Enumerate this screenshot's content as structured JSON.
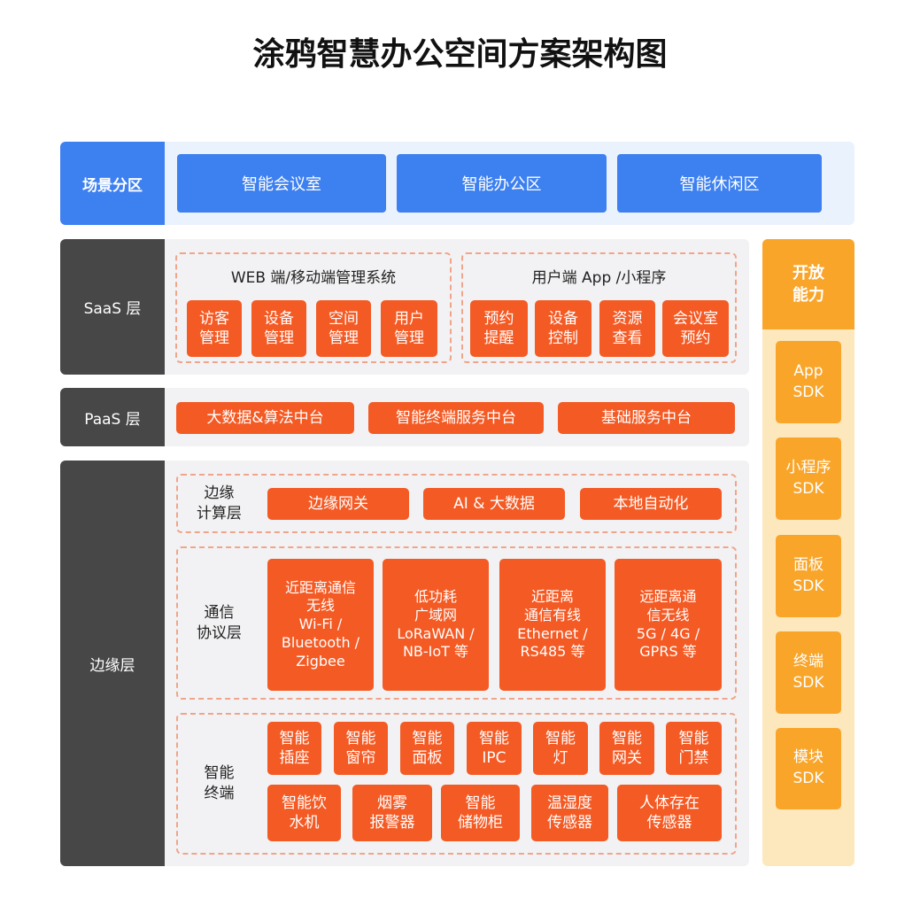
{
  "title": "涂鸦智慧办公空间方案架构图",
  "scene": {
    "label": "场景分区",
    "items": [
      "智能会议室",
      "智能办公区",
      "智能休闲区"
    ]
  },
  "saas": {
    "label": "SaaS 层",
    "groups": [
      {
        "title": "WEB 端/移动端管理系统",
        "items": [
          "访客\n管理",
          "设备\n管理",
          "空间\n管理",
          "用户\n管理"
        ]
      },
      {
        "title": "用户端 App /小程序",
        "items": [
          "预约\n提醒",
          "设备\n控制",
          "资源\n查看",
          "会议室\n预约"
        ]
      }
    ]
  },
  "paas": {
    "label": "PaaS 层",
    "items": [
      "大数据&算法中台",
      "智能终端服务中台",
      "基础服务中台"
    ]
  },
  "edge": {
    "label": "边缘层",
    "computing": {
      "label": "边缘\n计算层",
      "items": [
        "边缘网关",
        "AI & 大数据",
        "本地自动化"
      ]
    },
    "comm": {
      "label": "通信\n协议层",
      "items": [
        "近距离通信\n无线\nWi-Fi /\nBluetooth /\nZigbee",
        "低功耗\n广域网\nLoRaWAN /\nNB-IoT 等",
        "近距离\n通信有线\nEthernet /\nRS485 等",
        "远距离通\n信无线\n5G / 4G /\nGPRS 等"
      ]
    },
    "terminal": {
      "label": "智能\n终端",
      "row1": [
        "智能\n插座",
        "智能\n窗帘",
        "智能\n面板",
        "智能\nIPC",
        "智能\n灯",
        "智能\n网关",
        "智能\n门禁"
      ],
      "row2": [
        "智能饮\n水机",
        "烟雾\n报警器",
        "智能\n储物柜",
        "温湿度\n传感器",
        "人体存在\n传感器"
      ]
    }
  },
  "open": {
    "label": "开放\n能力",
    "items": [
      "App\nSDK",
      "小程序\nSDK",
      "面板\nSDK",
      "终端\nSDK",
      "模块\nSDK"
    ]
  }
}
